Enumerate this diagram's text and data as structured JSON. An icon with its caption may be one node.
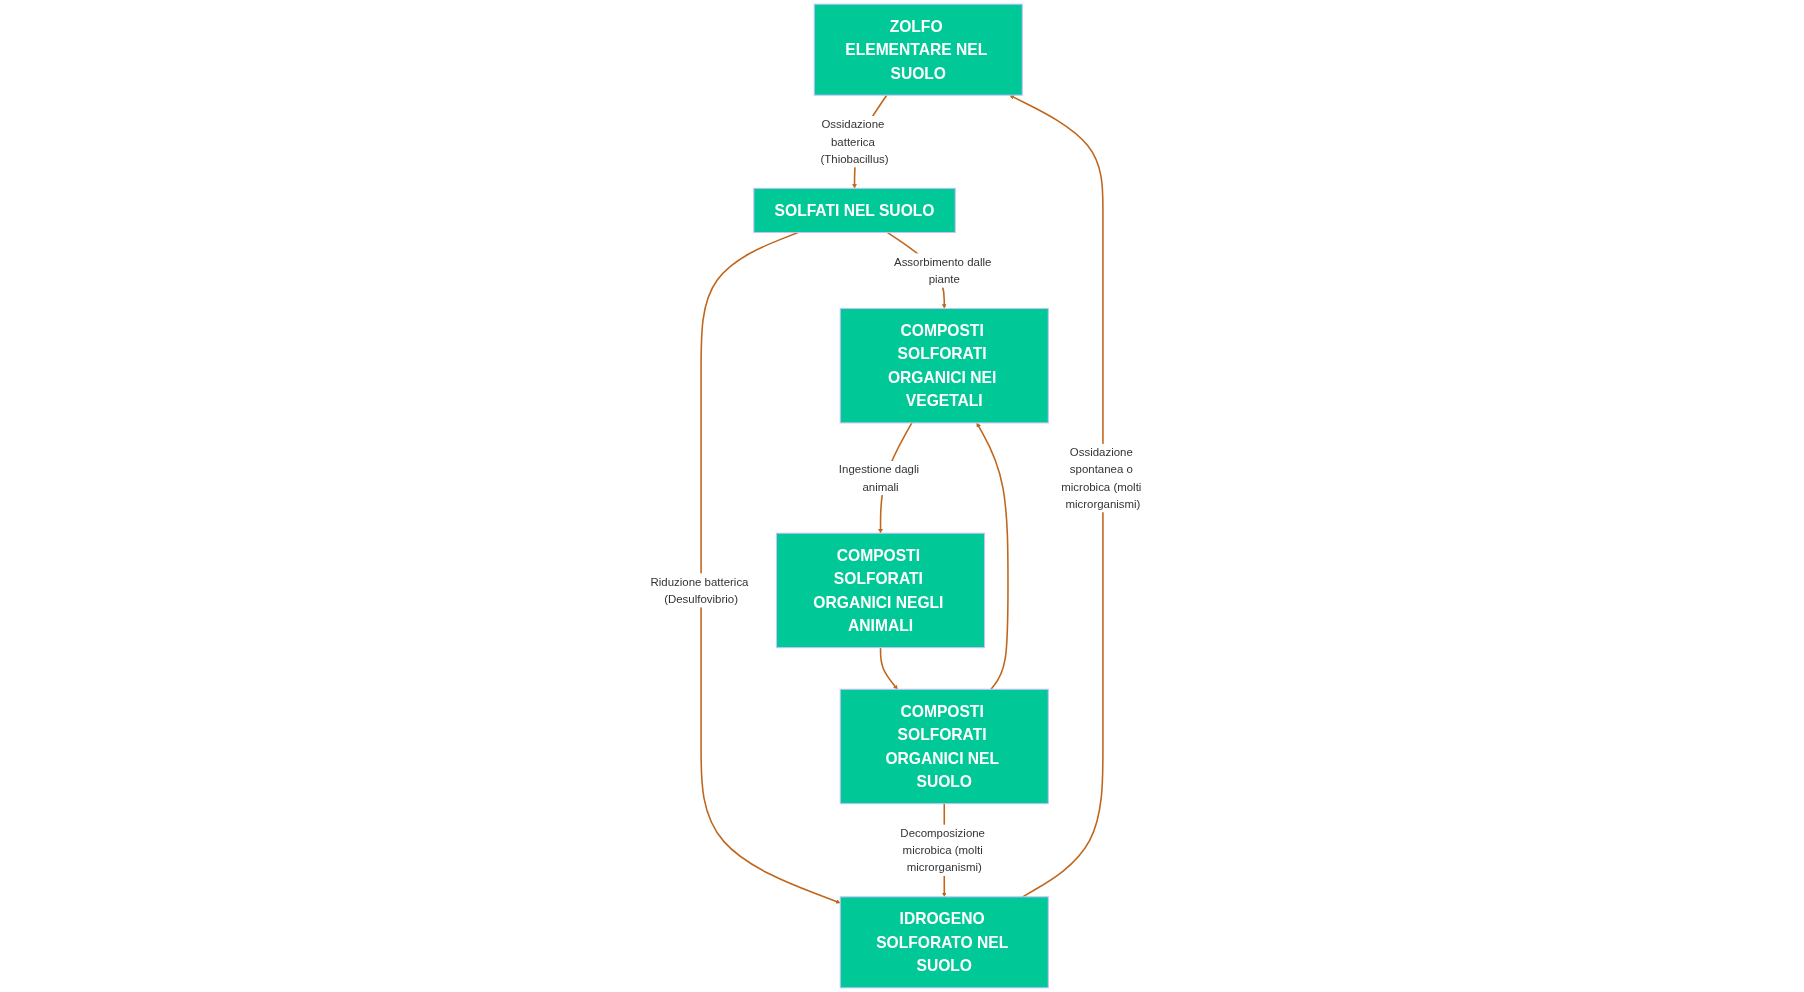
{
  "diagram": {
    "nodes": [
      {
        "text": [
          "ZOLFO ELEMENTARE NEL SUOLO"
        ]
      },
      {
        "text": [
          "IDROGENO SOLFORATO NEL SUOLO"
        ]
      },
      {
        "text": [
          "SOLFATI NEL SUOLO"
        ]
      },
      {
        "text": [
          "COMPOSTI SOLFORATI ORGANICI NEL SUOLO"
        ]
      },
      {
        "text": [
          "COMPOSTI SOLFORATI ORGANICI NEI VEGETALI"
        ]
      },
      {
        "text": [
          "COMPOSTI SOLFORATI ORGANICI NEGLI ANIMALI"
        ]
      }
    ],
    "edges": [
      {
        "from": 1,
        "to": 0,
        "arrow": "to",
        "label": "Ossidazione spontanea o microbica (molti microrganismi)"
      },
      {
        "from": 0,
        "to": 2,
        "arrow": "to",
        "label": "Ossidazione batterica (Thiobacillus)"
      },
      {
        "from": 2,
        "to": 1,
        "arrow": "to",
        "label": "Riduzione batterica (Desulfovibrio)"
      },
      {
        "from": 3,
        "to": 1,
        "arrow": "to",
        "label": "Decomposizione microbica (molti microrganismi)"
      },
      {
        "from": 2,
        "to": 4,
        "arrow": "to",
        "label": "Assorbimento dalle piante"
      },
      {
        "from": 3,
        "to": 4,
        "arrow": "to"
      },
      {
        "from": 4,
        "to": 5,
        "arrow": "to",
        "label": "Ingestione dagli animali"
      },
      {
        "from": 5,
        "to": 3,
        "arrow": "to"
      }
    ]
  }
}
